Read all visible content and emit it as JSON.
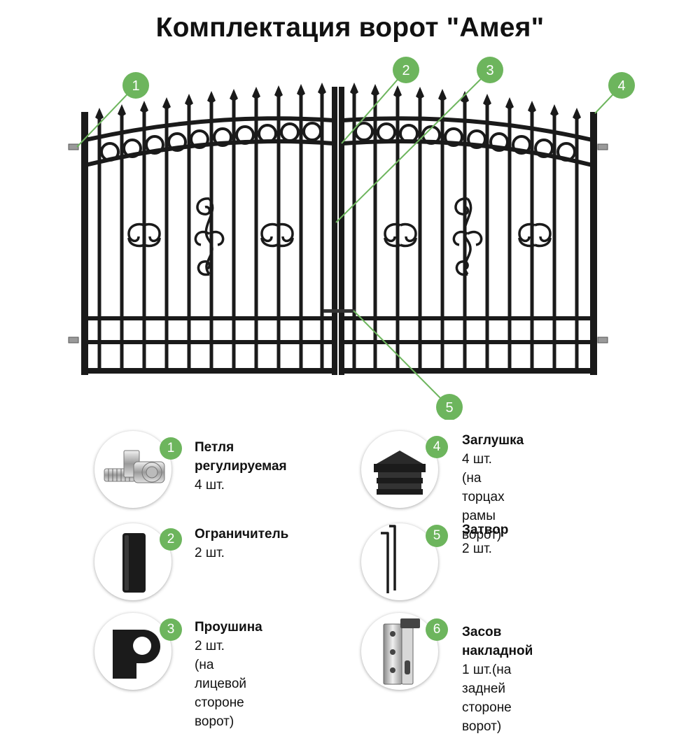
{
  "title": "Комплектация ворот \"Амея\"",
  "colors": {
    "accent": "#6db55d",
    "metal": "#1a1a1a",
    "text": "#111111"
  },
  "callouts": [
    "1",
    "2",
    "3",
    "4",
    "5"
  ],
  "parts": [
    {
      "num": "1",
      "name": "Петля\nрегулируемая",
      "qty": "4 шт.",
      "icon": "hinge-icon"
    },
    {
      "num": "2",
      "name": "Ограничитель",
      "qty": "2 шт.",
      "icon": "stopper-icon"
    },
    {
      "num": "3",
      "name": "Проушина",
      "qty": "2 шт.\n(на лицевой\nстороне ворот)",
      "icon": "eyelet-icon"
    },
    {
      "num": "4",
      "name": "Заглушка",
      "qty": "4 шт.\n(на торцах\nрамы ворот)",
      "icon": "end-cap-icon"
    },
    {
      "num": "5",
      "name": "Затвор",
      "qty": "2 шт.",
      "icon": "bolt-rod-icon"
    },
    {
      "num": "6",
      "name": "Засов\nнакладной",
      "qty": "1 шт.(на задней\nстороне ворот)",
      "icon": "latch-icon"
    }
  ]
}
